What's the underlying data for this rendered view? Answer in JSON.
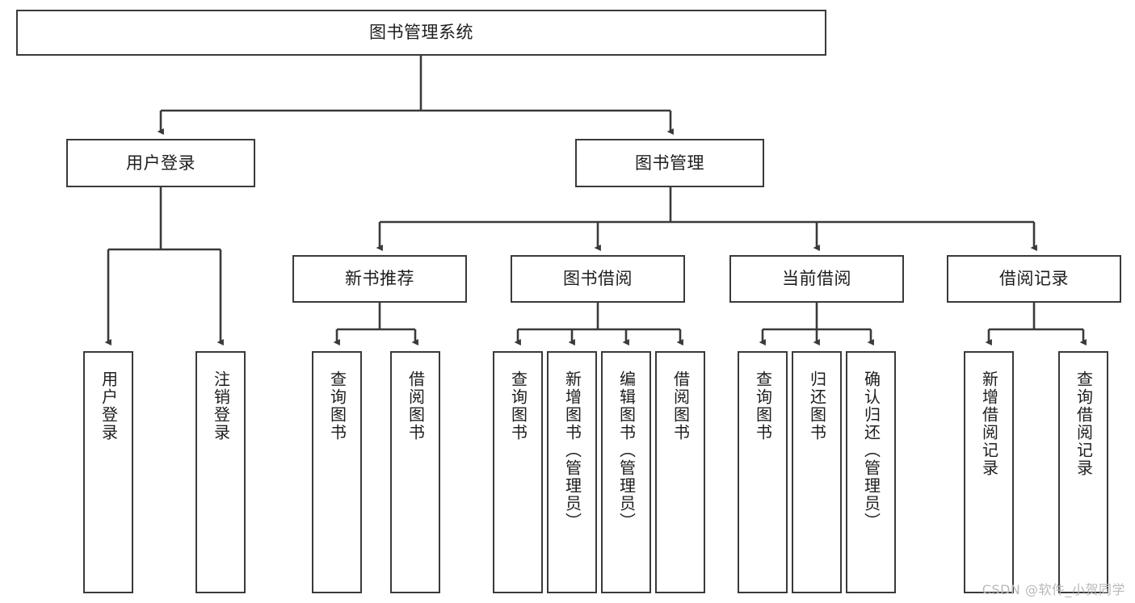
{
  "diagram": {
    "title": "图书管理系统",
    "type": "tree-structure-chart",
    "watermark": "CSDN @软件_小贺同学",
    "colors": {
      "box_border": "#3a3a3a",
      "box_fill": "#ffffff",
      "edge": "#3a3a3a",
      "text": "#1d1d1d",
      "watermark": "#b9b9b9"
    },
    "nodes": {
      "root": {
        "label": "图书管理系统"
      },
      "level2": [
        {
          "id": "user-login",
          "label": "用户登录"
        },
        {
          "id": "book-manage",
          "label": "图书管理"
        }
      ],
      "level3": [
        {
          "id": "new-book-recommend",
          "label": "新书推荐"
        },
        {
          "id": "book-borrow",
          "label": "图书借阅"
        },
        {
          "id": "current-borrow",
          "label": "当前借阅"
        },
        {
          "id": "borrow-record",
          "label": "借阅记录"
        }
      ],
      "leaves": [
        {
          "id": "leaf-user-login",
          "label": "用户登录",
          "parent": "user-login"
        },
        {
          "id": "leaf-logout-login",
          "label": "注销登录",
          "parent": "user-login"
        },
        {
          "id": "leaf-query-book-1",
          "label": "查询图书",
          "parent": "new-book-recommend"
        },
        {
          "id": "leaf-borrow-book-1",
          "label": "借阅图书",
          "parent": "new-book-recommend"
        },
        {
          "id": "leaf-query-book-2",
          "label": "查询图书",
          "parent": "book-borrow"
        },
        {
          "id": "leaf-add-book",
          "label": "新增图书（管理员）",
          "parent": "book-borrow"
        },
        {
          "id": "leaf-edit-book",
          "label": "编辑图书（管理员）",
          "parent": "book-borrow"
        },
        {
          "id": "leaf-borrow-book-2",
          "label": "借阅图书",
          "parent": "book-borrow"
        },
        {
          "id": "leaf-query-book-3",
          "label": "查询图书",
          "parent": "current-borrow"
        },
        {
          "id": "leaf-return-book",
          "label": "归还图书",
          "parent": "current-borrow"
        },
        {
          "id": "leaf-confirm-return",
          "label": "确认归还（管理员）",
          "parent": "current-borrow"
        },
        {
          "id": "leaf-add-record",
          "label": "新增借阅记录",
          "parent": "borrow-record"
        },
        {
          "id": "leaf-query-record",
          "label": "查询借阅记录",
          "parent": "borrow-record"
        }
      ]
    }
  }
}
